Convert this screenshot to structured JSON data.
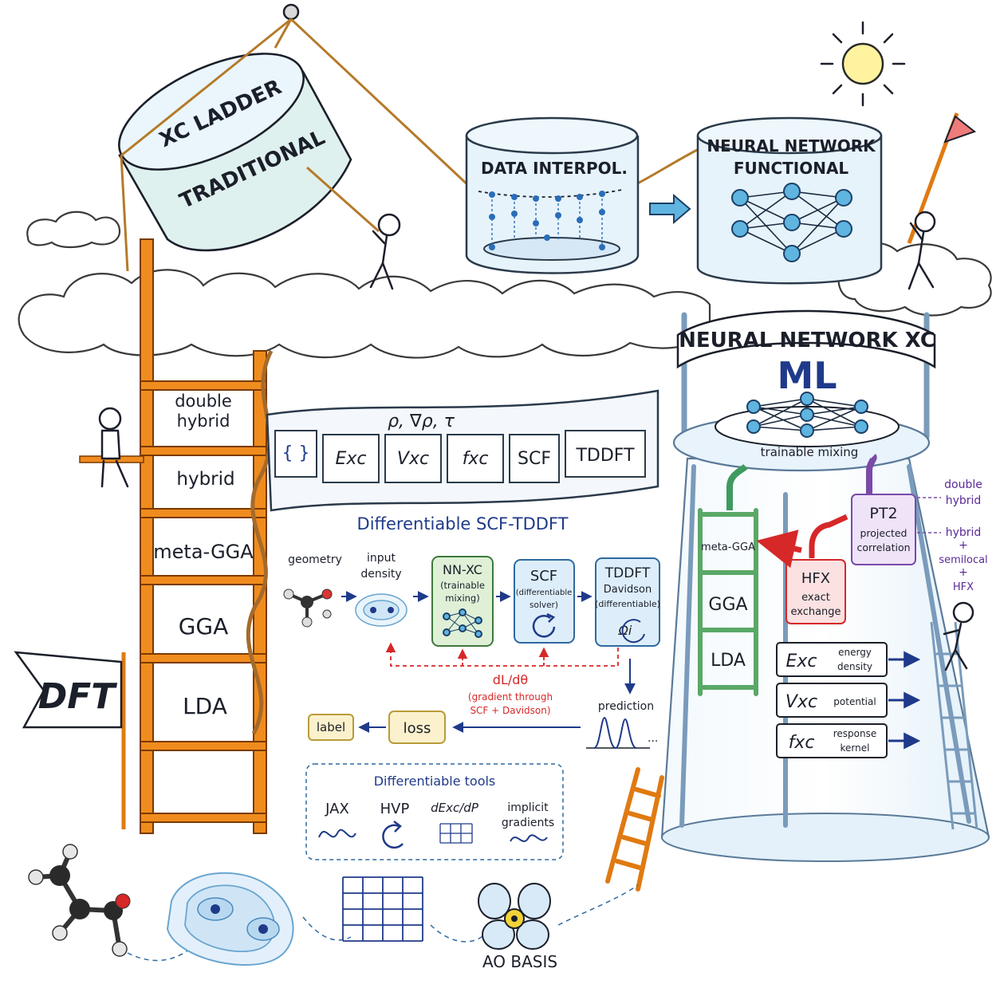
{
  "left_bucket": {
    "line1": "XC LADDER",
    "line2": "TRADITIONAL"
  },
  "data_tank": {
    "label": "DATA  INTERPOL."
  },
  "nn_tank": {
    "line1": "NEURAL NETWORK",
    "line2": "FUNCTIONAL"
  },
  "ladder_rungs": [
    "double",
    "hybrid",
    "hybrid",
    "meta-GGA",
    "GGA",
    "LDA"
  ],
  "dft_flag": {
    "label": "DFT"
  },
  "film_strip": {
    "header": "ρ, ∇ρ, τ",
    "frames": [
      "{ }",
      "Exc",
      "Vxc",
      "fxc",
      "SCF",
      "TDDFT"
    ]
  },
  "pipeline": {
    "title": "Differentiable SCF-TDDFT",
    "geometry": "geometry",
    "input_density_1": "input",
    "input_density_2": "density",
    "nnxc": {
      "line1": "NN-XC",
      "line2": "(trainable",
      "line3": "mixing)"
    },
    "scf": {
      "line1": "SCF",
      "line2": "(differentiable",
      "line3": "solver)"
    },
    "tddft": {
      "line1": "TDDFT",
      "line2": "Davidson",
      "line3": "(differentiable)",
      "symbol": "Ωi"
    },
    "gradient": {
      "line1": "dL/dθ",
      "line2": "(gradient through",
      "line3": "SCF + Davidson)"
    },
    "prediction": "prediction",
    "loss": "loss",
    "label": "label",
    "ellipsis": "..."
  },
  "tools": {
    "title": "Differentiable tools",
    "items": [
      "JAX",
      "HVP",
      "dExc/dP",
      "implicit",
      "gradients"
    ]
  },
  "tower": {
    "banner": "NEURAL NETWORK XC",
    "ml": "ML",
    "plate": "trainable  mixing",
    "green_rungs": [
      "meta-GGA",
      "GGA",
      "LDA"
    ],
    "hfx": {
      "line1": "HFX",
      "line2": "exact",
      "line3": "exchange"
    },
    "pt2": {
      "line1": "PT2",
      "line2": "projected",
      "line3": "correlation"
    },
    "outputs": [
      {
        "sym": "Exc",
        "d1": "energy",
        "d2": "density"
      },
      {
        "sym": "Vxc",
        "d1": "potential",
        "d2": ""
      },
      {
        "sym": "fxc",
        "d1": "response",
        "d2": "kernel"
      }
    ],
    "side_double_1": "double",
    "side_double_2": "hybrid",
    "side_hybrid": [
      "hybrid",
      "+",
      "semilocal",
      "+",
      "HFX"
    ]
  },
  "ao_basis": "AO BASIS",
  "colors": {
    "orange": "#e98a1d",
    "green": "#5aa867",
    "navy": "#1f3a8a",
    "red": "#d62828",
    "purple": "#6a3aa6",
    "sky": "#5fb4e0",
    "sun": "#fff3a0"
  },
  "icons": [
    "sun-icon",
    "flag-icon",
    "molecule-icon",
    "refresh-icon",
    "grid-icon",
    "wave-icon",
    "orbital-icon"
  ]
}
